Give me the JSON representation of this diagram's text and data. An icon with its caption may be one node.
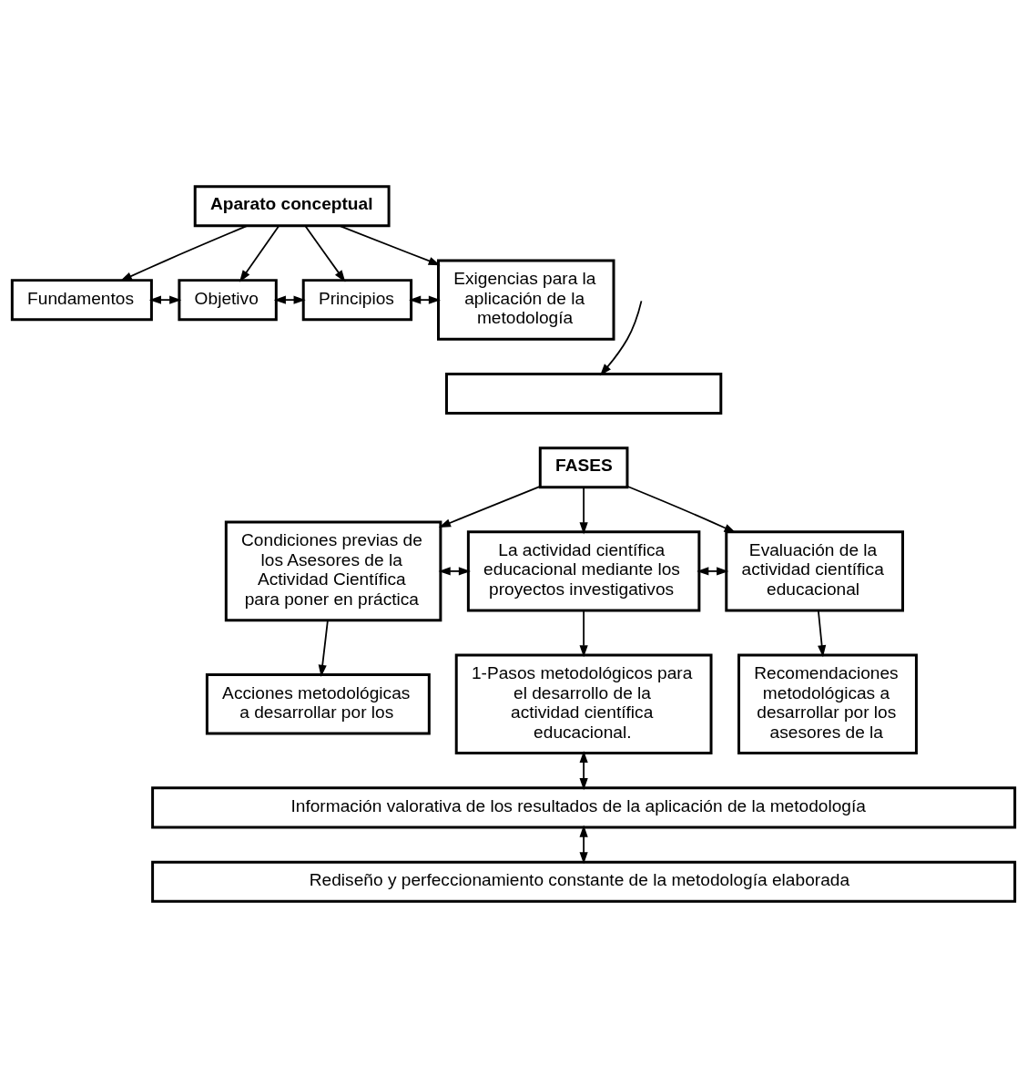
{
  "diagram": {
    "nodes": [
      {
        "text": [
          "Aparato conceptual"
        ]
      },
      {
        "text": [
          "Fundamentos"
        ]
      },
      {
        "text": [
          "Objetivo"
        ]
      },
      {
        "text": [
          "Principios"
        ]
      },
      {
        "text": [
          "Exigencias para la aplicación de la metodología"
        ]
      },
      {
        "text": [],
        "shape": "box"
      },
      {
        "text": [
          "FASES"
        ]
      },
      {
        "text": [
          "Condiciones previas de los Asesores de la Actividad Científica para poner en práctica"
        ]
      },
      {
        "text": [
          "La actividad científica educacional mediante los proyectos investigativos"
        ]
      },
      {
        "text": [
          "Evaluación de la actividad científica educacional"
        ]
      },
      {
        "text": [
          "Acciones metodológicas a desarrollar por los"
        ]
      },
      {
        "text": [
          "1-Pasos metodológicos para el desarrollo de la actividad científica educacional."
        ]
      },
      {
        "text": [
          "Recomendaciones metodológicas a desarrollar por los asesores de la"
        ]
      },
      {
        "text": [
          "Información valorativa de los resultados de la aplicación de la metodología"
        ]
      },
      {
        "text": [
          "Rediseño y perfeccionamiento constante de la metodología elaborada"
        ]
      }
    ],
    "edges": [
      {
        "from": 0,
        "to": 1,
        "arrow": "to"
      },
      {
        "from": 0,
        "to": 2,
        "arrow": "to"
      },
      {
        "from": 0,
        "to": 3,
        "arrow": "to"
      },
      {
        "from": 0,
        "to": 4,
        "arrow": "to"
      },
      {
        "from": 1,
        "to": 2,
        "arrow": "both"
      },
      {
        "from": 2,
        "to": 3,
        "arrow": "both"
      },
      {
        "from": 3,
        "to": 4,
        "arrow": "both"
      },
      {
        "from": null,
        "to": 5,
        "arrow": "to"
      },
      {
        "from": 6,
        "to": 7,
        "arrow": "to"
      },
      {
        "from": 6,
        "to": 8,
        "arrow": "to"
      },
      {
        "from": 6,
        "to": 9,
        "arrow": "to"
      },
      {
        "from": 7,
        "to": 8,
        "arrow": "both"
      },
      {
        "from": 8,
        "to": 9,
        "arrow": "both"
      },
      {
        "from": 7,
        "to": 10,
        "arrow": "to"
      },
      {
        "from": 8,
        "to": 11,
        "arrow": "to"
      },
      {
        "from": 9,
        "to": 12,
        "arrow": "to"
      },
      {
        "from": 11,
        "to": 13,
        "arrow": "both"
      },
      {
        "from": 13,
        "to": 14,
        "arrow": "both"
      }
    ]
  }
}
